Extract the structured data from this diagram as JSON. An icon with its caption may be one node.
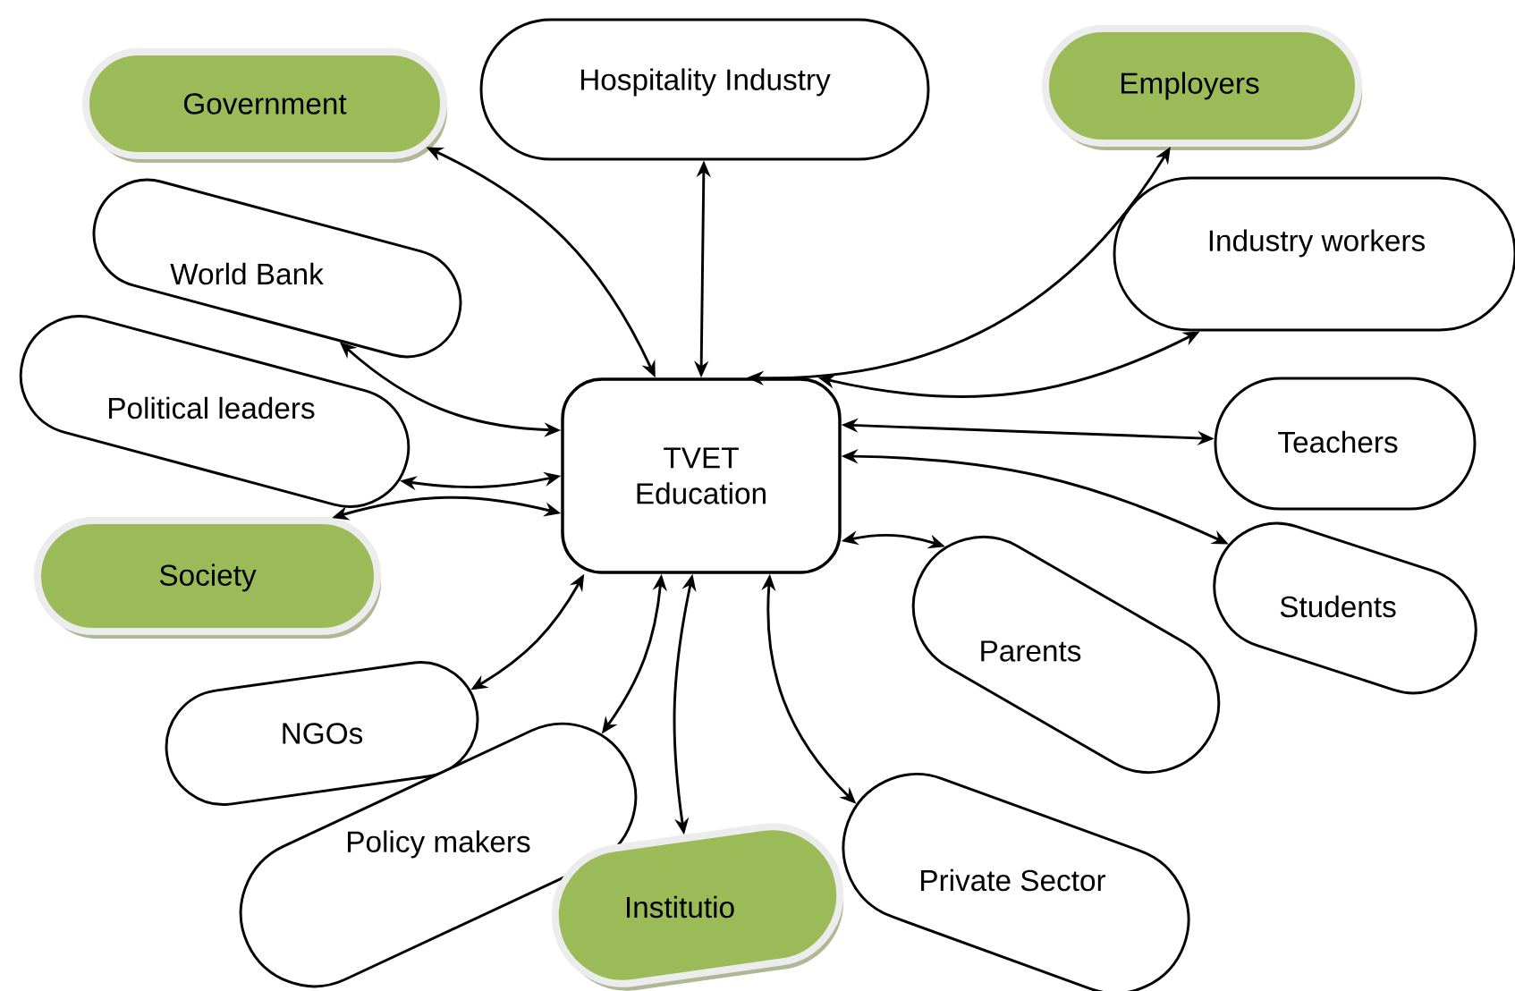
{
  "diagram": {
    "nodes": [
      {
        "text": [
          "TVET Education"
        ]
      },
      {
        "text": [
          "Government"
        ]
      },
      {
        "text": [
          "Hospitality Industry"
        ]
      },
      {
        "text": [
          "Employers"
        ]
      },
      {
        "text": [
          "World Bank"
        ]
      },
      {
        "text": [
          "Industry workers"
        ]
      },
      {
        "text": [
          "Political leaders"
        ]
      },
      {
        "text": [
          "Teachers"
        ]
      },
      {
        "text": [
          "Society"
        ]
      },
      {
        "text": [
          "Students"
        ]
      },
      {
        "text": [
          "Parents"
        ]
      },
      {
        "text": [
          "NGOs"
        ]
      },
      {
        "text": [
          "Policy makers"
        ]
      },
      {
        "text": [
          "Institutio"
        ]
      },
      {
        "text": [
          "Private Sector"
        ]
      }
    ],
    "edges": [
      {
        "from": 0,
        "to": 1,
        "arrow": "both"
      },
      {
        "from": 0,
        "to": 2,
        "arrow": "both"
      },
      {
        "from": 0,
        "to": 3,
        "arrow": "both"
      },
      {
        "from": 0,
        "to": 4,
        "arrow": "both"
      },
      {
        "from": 0,
        "to": 5,
        "arrow": "both"
      },
      {
        "from": 0,
        "to": 6,
        "arrow": "both"
      },
      {
        "from": 0,
        "to": 7,
        "arrow": "both"
      },
      {
        "from": 0,
        "to": 8,
        "arrow": "both"
      },
      {
        "from": 0,
        "to": 9,
        "arrow": "both"
      },
      {
        "from": 0,
        "to": 10,
        "arrow": "both"
      },
      {
        "from": 0,
        "to": 11,
        "arrow": "both"
      },
      {
        "from": 0,
        "to": 12,
        "arrow": "both"
      },
      {
        "from": 0,
        "to": 13,
        "arrow": "both"
      },
      {
        "from": 0,
        "to": 14,
        "arrow": "both"
      }
    ]
  }
}
